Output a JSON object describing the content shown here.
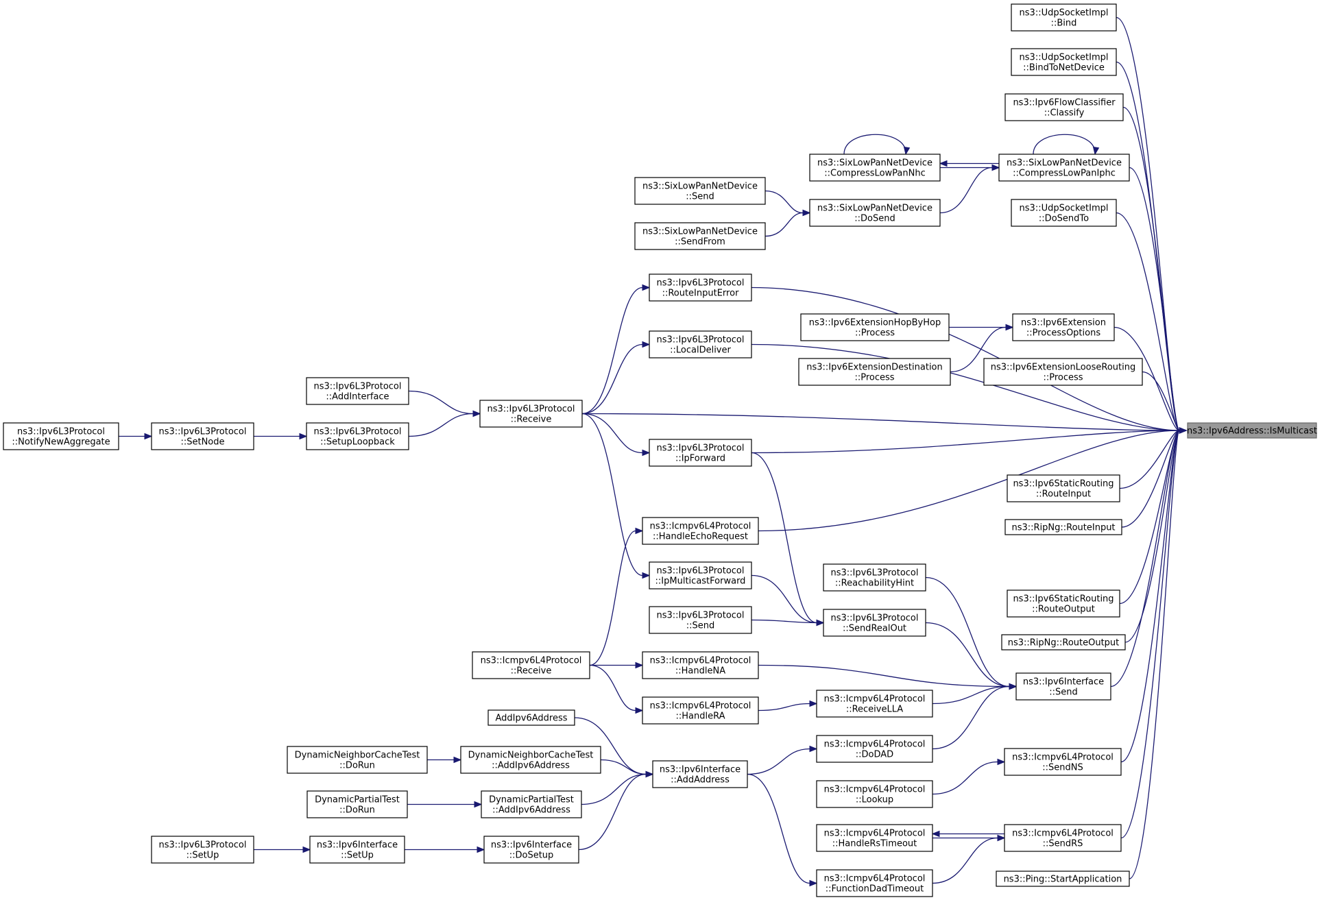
{
  "diagram": {
    "colors": {
      "edge": "#191970",
      "focus_fill": "#999999",
      "node_fill": "#ffffff",
      "node_stroke": "#000000"
    },
    "nodes": [
      {
        "id": "focus",
        "lines": [
          "ns3::Ipv6Address::IsMulticast"
        ],
        "focus": true
      },
      {
        "id": "udp_bind",
        "lines": [
          "ns3::UdpSocketImpl",
          "::Bind"
        ]
      },
      {
        "id": "udp_bindnd",
        "lines": [
          "ns3::UdpSocketImpl",
          "::BindToNetDevice"
        ]
      },
      {
        "id": "flow_classify",
        "lines": [
          "ns3::Ipv6FlowClassifier",
          "::Classify"
        ]
      },
      {
        "id": "six_iphc",
        "lines": [
          "ns3::SixLowPanNetDevice",
          "::CompressLowPanIphc"
        ]
      },
      {
        "id": "six_nhc",
        "lines": [
          "ns3::SixLowPanNetDevice",
          "::CompressLowPanNhc"
        ]
      },
      {
        "id": "six_send",
        "lines": [
          "ns3::SixLowPanNetDevice",
          "::Send"
        ]
      },
      {
        "id": "six_dosend",
        "lines": [
          "ns3::SixLowPanNetDevice",
          "::DoSend"
        ]
      },
      {
        "id": "six_sendfrom",
        "lines": [
          "ns3::SixLowPanNetDevice",
          "::SendFrom"
        ]
      },
      {
        "id": "udp_dosendto",
        "lines": [
          "ns3::UdpSocketImpl",
          "::DoSendTo"
        ]
      },
      {
        "id": "l3_routeinputerror",
        "lines": [
          "ns3::Ipv6L3Protocol",
          "::RouteInputError"
        ]
      },
      {
        "id": "l3_localdeliver",
        "lines": [
          "ns3::Ipv6L3Protocol",
          "::LocalDeliver"
        ]
      },
      {
        "id": "ext_hopbyhop",
        "lines": [
          "ns3::Ipv6ExtensionHopByHop",
          "::Process"
        ]
      },
      {
        "id": "ext_processoptions",
        "lines": [
          "ns3::Ipv6Extension",
          "::ProcessOptions"
        ]
      },
      {
        "id": "ext_destination",
        "lines": [
          "ns3::Ipv6ExtensionDestination",
          "::Process"
        ]
      },
      {
        "id": "ext_looserouting",
        "lines": [
          "ns3::Ipv6ExtensionLooseRouting",
          "::Process"
        ]
      },
      {
        "id": "l3_addinterface",
        "lines": [
          "ns3::Ipv6L3Protocol",
          "::AddInterface"
        ]
      },
      {
        "id": "l3_receive",
        "lines": [
          "ns3::Ipv6L3Protocol",
          "::Receive"
        ]
      },
      {
        "id": "l3_notify",
        "lines": [
          "ns3::Ipv6L3Protocol",
          "::NotifyNewAggregate"
        ]
      },
      {
        "id": "l3_setnode",
        "lines": [
          "ns3::Ipv6L3Protocol",
          "::SetNode"
        ]
      },
      {
        "id": "l3_setuploopback",
        "lines": [
          "ns3::Ipv6L3Protocol",
          "::SetupLoopback"
        ]
      },
      {
        "id": "l3_ipforward",
        "lines": [
          "ns3::Ipv6L3Protocol",
          "::IpForward"
        ]
      },
      {
        "id": "static_routeinput",
        "lines": [
          "ns3::Ipv6StaticRouting",
          "::RouteInput"
        ]
      },
      {
        "id": "ripng_routeinput",
        "lines": [
          "ns3::RipNg::RouteInput"
        ]
      },
      {
        "id": "icmp_echorequest",
        "lines": [
          "ns3::Icmpv6L4Protocol",
          "::HandleEchoRequest"
        ]
      },
      {
        "id": "l3_ipmulticastforward",
        "lines": [
          "ns3::Ipv6L3Protocol",
          "::IpMulticastForward"
        ]
      },
      {
        "id": "l3_reachabilityhint",
        "lines": [
          "ns3::Ipv6L3Protocol",
          "::ReachabilityHint"
        ]
      },
      {
        "id": "static_routeoutput",
        "lines": [
          "ns3::Ipv6StaticRouting",
          "::RouteOutput"
        ]
      },
      {
        "id": "l3_send",
        "lines": [
          "ns3::Ipv6L3Protocol",
          "::Send"
        ]
      },
      {
        "id": "l3_sendrealout",
        "lines": [
          "ns3::Ipv6L3Protocol",
          "::SendRealOut"
        ]
      },
      {
        "id": "ripng_routeoutput",
        "lines": [
          "ns3::RipNg::RouteOutput"
        ]
      },
      {
        "id": "icmp_receive",
        "lines": [
          "ns3::Icmpv6L4Protocol",
          "::Receive"
        ]
      },
      {
        "id": "icmp_handlena",
        "lines": [
          "ns3::Icmpv6L4Protocol",
          "::HandleNA"
        ]
      },
      {
        "id": "if_send",
        "lines": [
          "ns3::Ipv6Interface",
          "::Send"
        ]
      },
      {
        "id": "icmp_handlera",
        "lines": [
          "ns3::Icmpv6L4Protocol",
          "::HandleRA"
        ]
      },
      {
        "id": "icmp_receivella",
        "lines": [
          "ns3::Icmpv6L4Protocol",
          "::ReceiveLLA"
        ]
      },
      {
        "id": "addipv6address",
        "lines": [
          "AddIpv6Address"
        ]
      },
      {
        "id": "icmp_dodad",
        "lines": [
          "ns3::Icmpv6L4Protocol",
          "::DoDAD"
        ]
      },
      {
        "id": "dnct_dorun",
        "lines": [
          "DynamicNeighborCacheTest",
          "::DoRun"
        ]
      },
      {
        "id": "dnct_addipv6",
        "lines": [
          "DynamicNeighborCacheTest",
          "::AddIpv6Address"
        ]
      },
      {
        "id": "if_addaddress",
        "lines": [
          "ns3::Ipv6Interface",
          "::AddAddress"
        ]
      },
      {
        "id": "icmp_sendns",
        "lines": [
          "ns3::Icmpv6L4Protocol",
          "::SendNS"
        ]
      },
      {
        "id": "icmp_lookup",
        "lines": [
          "ns3::Icmpv6L4Protocol",
          "::Lookup"
        ]
      },
      {
        "id": "dpt_dorun",
        "lines": [
          "DynamicPartialTest",
          "::DoRun"
        ]
      },
      {
        "id": "dpt_addipv6",
        "lines": [
          "DynamicPartialTest",
          "::AddIpv6Address"
        ]
      },
      {
        "id": "icmp_handlerstimeout",
        "lines": [
          "ns3::Icmpv6L4Protocol",
          "::HandleRsTimeout"
        ]
      },
      {
        "id": "icmp_sendrs",
        "lines": [
          "ns3::Icmpv6L4Protocol",
          "::SendRS"
        ]
      },
      {
        "id": "l3_setup",
        "lines": [
          "ns3::Ipv6L3Protocol",
          "::SetUp"
        ]
      },
      {
        "id": "if_setup",
        "lines": [
          "ns3::Ipv6Interface",
          "::SetUp"
        ]
      },
      {
        "id": "if_dosetup",
        "lines": [
          "ns3::Ipv6Interface",
          "::DoSetup"
        ]
      },
      {
        "id": "icmp_dadtimeout",
        "lines": [
          "ns3::Icmpv6L4Protocol",
          "::FunctionDadTimeout"
        ]
      },
      {
        "id": "ping_start",
        "lines": [
          "ns3::Ping::StartApplication"
        ]
      }
    ],
    "edges": [
      {
        "from": "udp_bind",
        "to": "focus"
      },
      {
        "from": "udp_bindnd",
        "to": "focus"
      },
      {
        "from": "flow_classify",
        "to": "focus"
      },
      {
        "from": "six_iphc",
        "to": "focus"
      },
      {
        "from": "six_iphc",
        "to": "six_iphc"
      },
      {
        "from": "six_iphc",
        "to": "six_nhc"
      },
      {
        "from": "six_nhc",
        "to": "six_nhc"
      },
      {
        "from": "six_nhc",
        "to": "six_iphc"
      },
      {
        "from": "six_dosend",
        "to": "six_iphc"
      },
      {
        "from": "six_send",
        "to": "six_dosend"
      },
      {
        "from": "six_sendfrom",
        "to": "six_dosend"
      },
      {
        "from": "udp_dosendto",
        "to": "focus"
      },
      {
        "from": "l3_routeinputerror",
        "to": "focus"
      },
      {
        "from": "l3_localdeliver",
        "to": "focus"
      },
      {
        "from": "ext_processoptions",
        "to": "focus"
      },
      {
        "from": "ext_hopbyhop",
        "to": "ext_processoptions"
      },
      {
        "from": "ext_destination",
        "to": "ext_processoptions"
      },
      {
        "from": "ext_looserouting",
        "to": "focus"
      },
      {
        "from": "l3_receive",
        "to": "focus"
      },
      {
        "from": "l3_receive",
        "to": "l3_routeinputerror"
      },
      {
        "from": "l3_receive",
        "to": "l3_localdeliver"
      },
      {
        "from": "l3_receive",
        "to": "l3_ipforward"
      },
      {
        "from": "l3_receive",
        "to": "l3_ipmulticastforward"
      },
      {
        "from": "l3_addinterface",
        "to": "l3_receive"
      },
      {
        "from": "l3_setuploopback",
        "to": "l3_receive"
      },
      {
        "from": "l3_setnode",
        "to": "l3_setuploopback"
      },
      {
        "from": "l3_notify",
        "to": "l3_setnode"
      },
      {
        "from": "l3_ipforward",
        "to": "focus"
      },
      {
        "from": "l3_ipforward",
        "to": "l3_sendrealout"
      },
      {
        "from": "static_routeinput",
        "to": "focus"
      },
      {
        "from": "ripng_routeinput",
        "to": "focus"
      },
      {
        "from": "icmp_echorequest",
        "to": "focus"
      },
      {
        "from": "icmp_receive",
        "to": "icmp_echorequest"
      },
      {
        "from": "icmp_receive",
        "to": "icmp_handlena"
      },
      {
        "from": "icmp_receive",
        "to": "icmp_handlera"
      },
      {
        "from": "l3_ipmulticastforward",
        "to": "l3_sendrealout"
      },
      {
        "from": "l3_send",
        "to": "l3_sendrealout"
      },
      {
        "from": "l3_reachabilityhint",
        "to": "if_send"
      },
      {
        "from": "l3_sendrealout",
        "to": "if_send"
      },
      {
        "from": "static_routeoutput",
        "to": "focus"
      },
      {
        "from": "ripng_routeoutput",
        "to": "focus"
      },
      {
        "from": "if_send",
        "to": "focus"
      },
      {
        "from": "icmp_handlena",
        "to": "if_send"
      },
      {
        "from": "icmp_handlera",
        "to": "icmp_receivella"
      },
      {
        "from": "icmp_receivella",
        "to": "if_send"
      },
      {
        "from": "icmp_dodad",
        "to": "if_send"
      },
      {
        "from": "addipv6address",
        "to": "if_addaddress"
      },
      {
        "from": "dnct_dorun",
        "to": "dnct_addipv6"
      },
      {
        "from": "dnct_addipv6",
        "to": "if_addaddress"
      },
      {
        "from": "dpt_dorun",
        "to": "dpt_addipv6"
      },
      {
        "from": "dpt_addipv6",
        "to": "if_addaddress"
      },
      {
        "from": "if_dosetup",
        "to": "if_addaddress"
      },
      {
        "from": "if_addaddress",
        "to": "icmp_dodad"
      },
      {
        "from": "if_addaddress",
        "to": "icmp_dadtimeout"
      },
      {
        "from": "icmp_sendns",
        "to": "focus"
      },
      {
        "from": "icmp_lookup",
        "to": "icmp_sendns"
      },
      {
        "from": "icmp_sendrs",
        "to": "focus"
      },
      {
        "from": "icmp_sendrs",
        "to": "icmp_handlerstimeout"
      },
      {
        "from": "icmp_handlerstimeout",
        "to": "icmp_sendrs"
      },
      {
        "from": "icmp_dadtimeout",
        "to": "icmp_sendrs"
      },
      {
        "from": "l3_setup",
        "to": "if_setup"
      },
      {
        "from": "if_setup",
        "to": "if_dosetup"
      },
      {
        "from": "ping_start",
        "to": "focus"
      }
    ]
  }
}
